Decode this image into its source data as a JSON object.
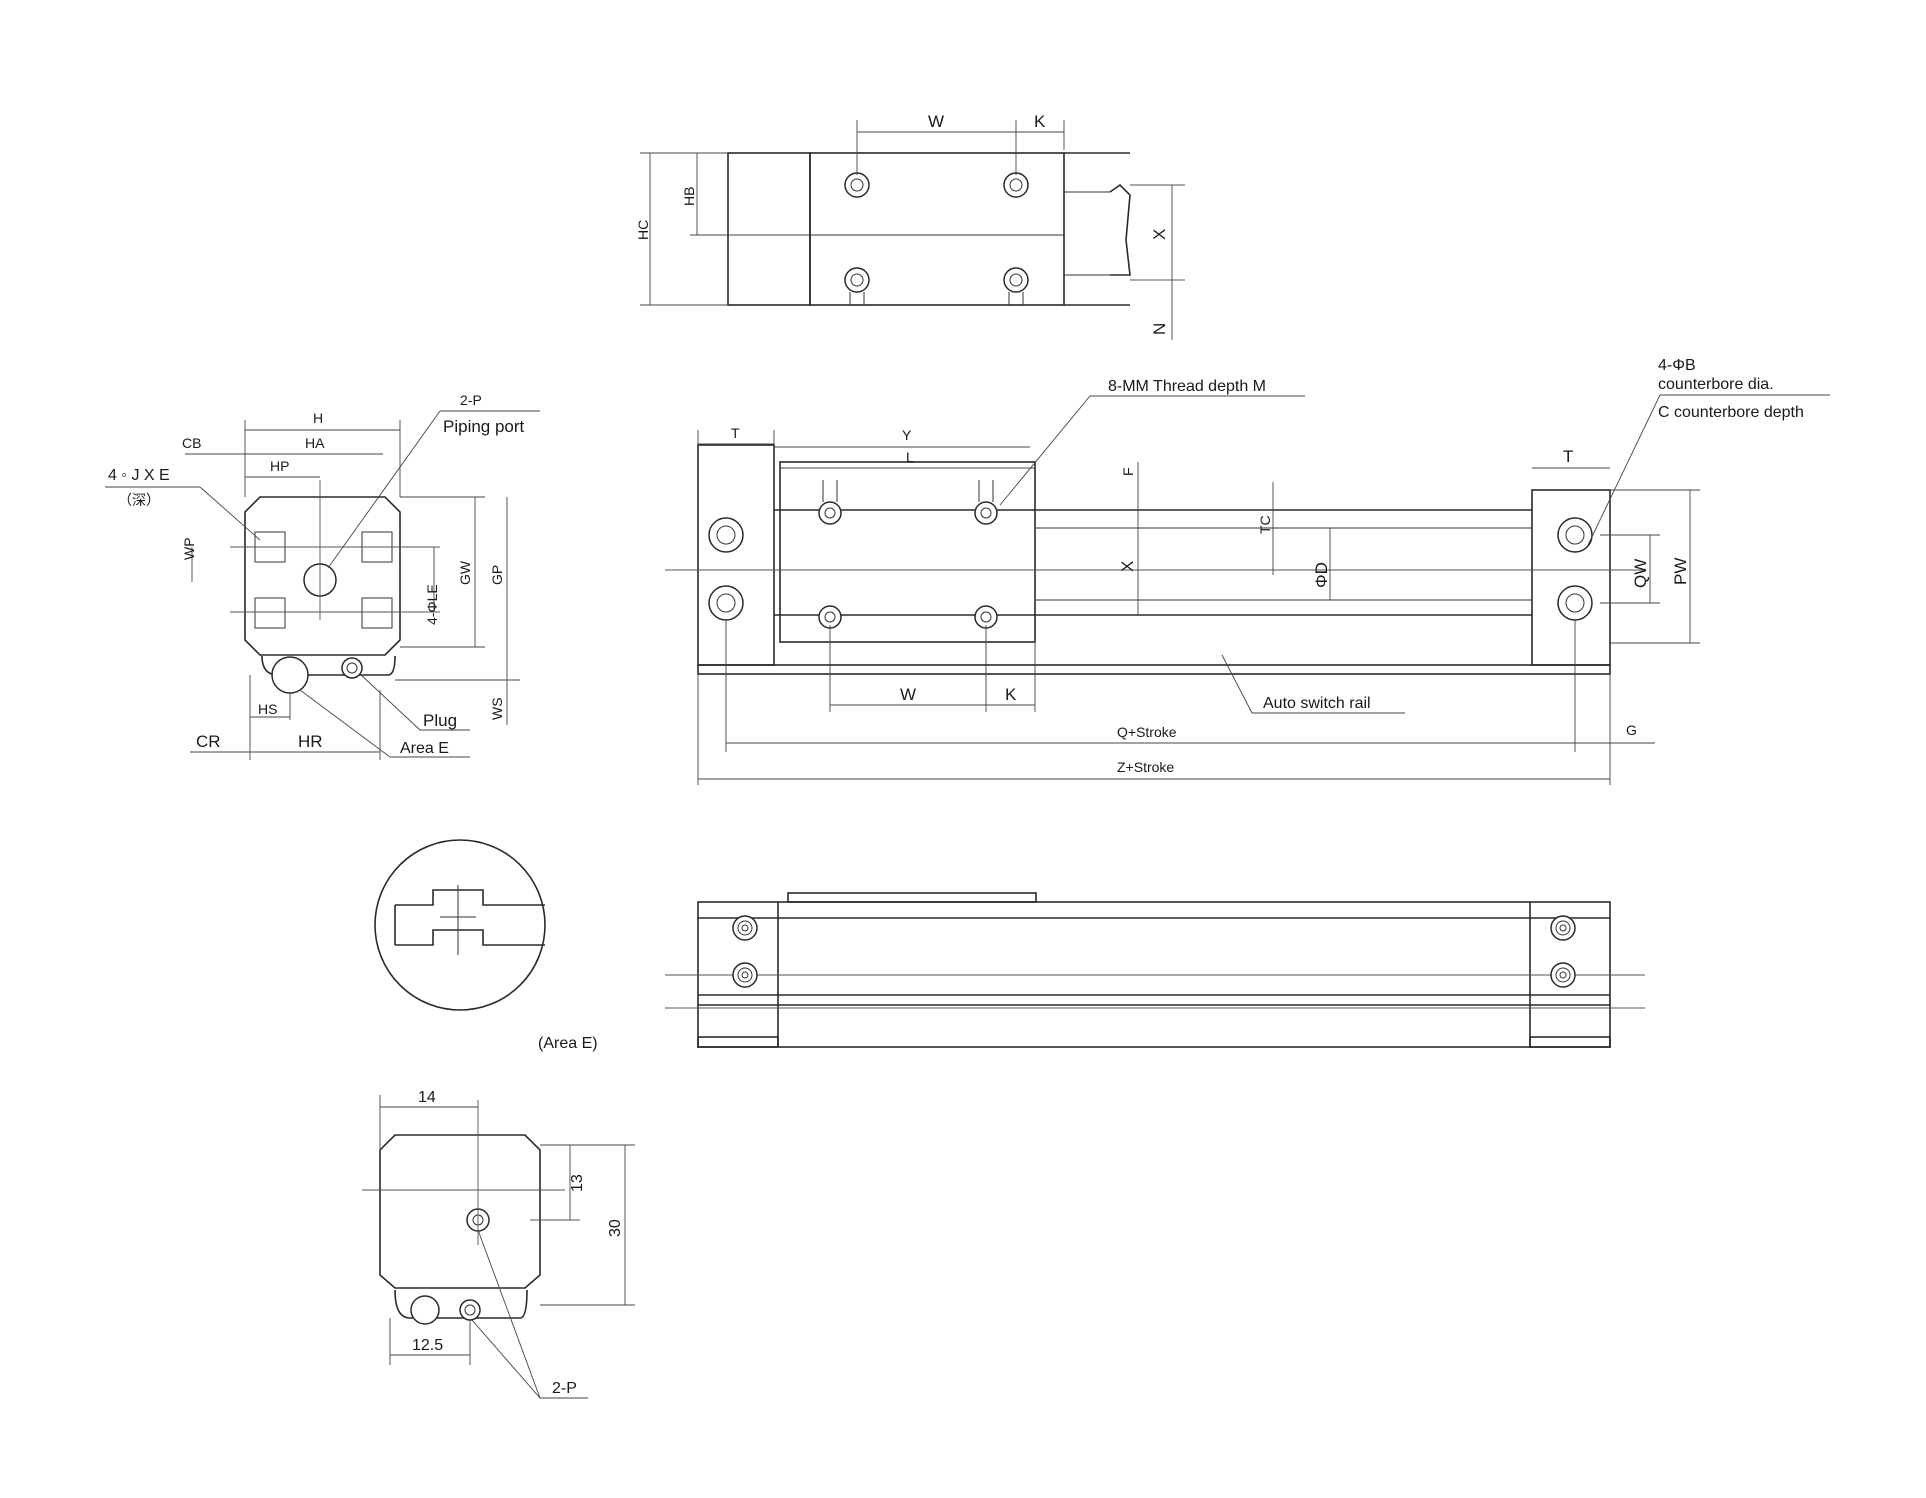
{
  "labels": {
    "top_W": "W",
    "top_K": "K",
    "top_HC": "HC",
    "top_HB": "HB",
    "top_X": "X",
    "top_N": "N",
    "front_T_left": "T",
    "front_Y": "Y",
    "front_L": "L",
    "front_F": "F",
    "front_TC": "TC",
    "front_X": "X",
    "front_phiD": "ΦD",
    "front_T_right": "T",
    "front_QW": "QW",
    "front_PW": "PW",
    "front_W": "W",
    "front_K": "K",
    "front_G": "G",
    "front_Q_stroke": "Q+Stroke",
    "front_Z_stroke": "Z+Stroke",
    "thread_note": "8-MM Thread depth M",
    "counterbore_1": "4-ΦB",
    "counterbore_2": "counterbore dia.",
    "counterbore_3": "C counterbore depth",
    "auto_switch_rail": "Auto switch rail",
    "side_H": "H",
    "side_CB": "CB",
    "side_HA": "HA",
    "side_HP": "HP",
    "side_JxE": "4 ◦ J X E",
    "side_depth": "（深）",
    "side_WP": "WP",
    "side_2P": "2-P",
    "side_piping_port": "Piping port",
    "side_4LE": "4-ΦLE",
    "side_GW": "GW",
    "side_GP": "GP",
    "side_WS": "WS",
    "side_HS": "HS",
    "side_CR": "CR",
    "side_HR": "HR",
    "side_plug": "Plug",
    "side_area_e": "Area E",
    "area_e_caption": "(Area E)",
    "end_14": "14",
    "end_13": "13",
    "end_30": "30",
    "end_12_5": "12.5",
    "end_2P": "2-P"
  }
}
